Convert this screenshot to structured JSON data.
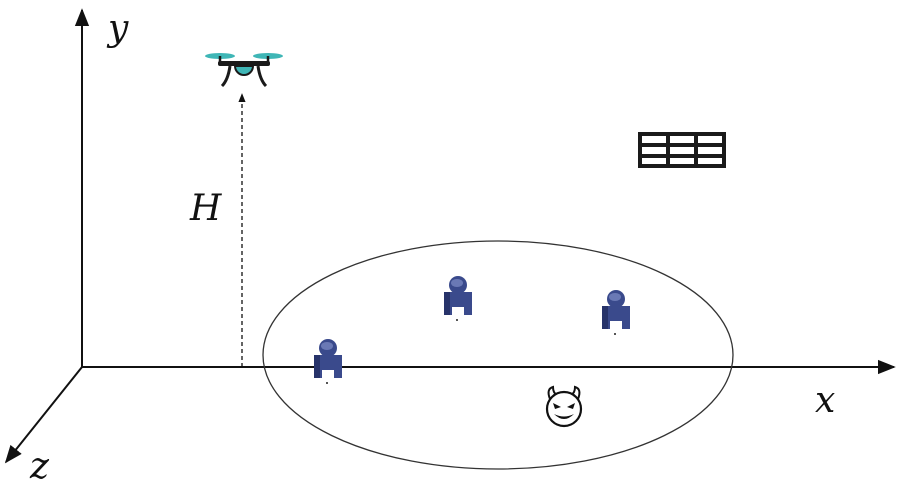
{
  "axes": {
    "x_label": "x",
    "y_label": "y",
    "z_label": "z"
  },
  "height_label": "H",
  "icons": {
    "uav": "drone-icon",
    "ris": "ris-panel-icon",
    "user": "user-icon",
    "eavesdropper": "devil-face-icon"
  },
  "colors": {
    "axis": "#111111",
    "drone_body": "#1a1a1a",
    "drone_rotor": "#3fb6b6",
    "user_body": "#3a4a8c",
    "user_shade": "#27336a",
    "ellipse": "#333333"
  }
}
